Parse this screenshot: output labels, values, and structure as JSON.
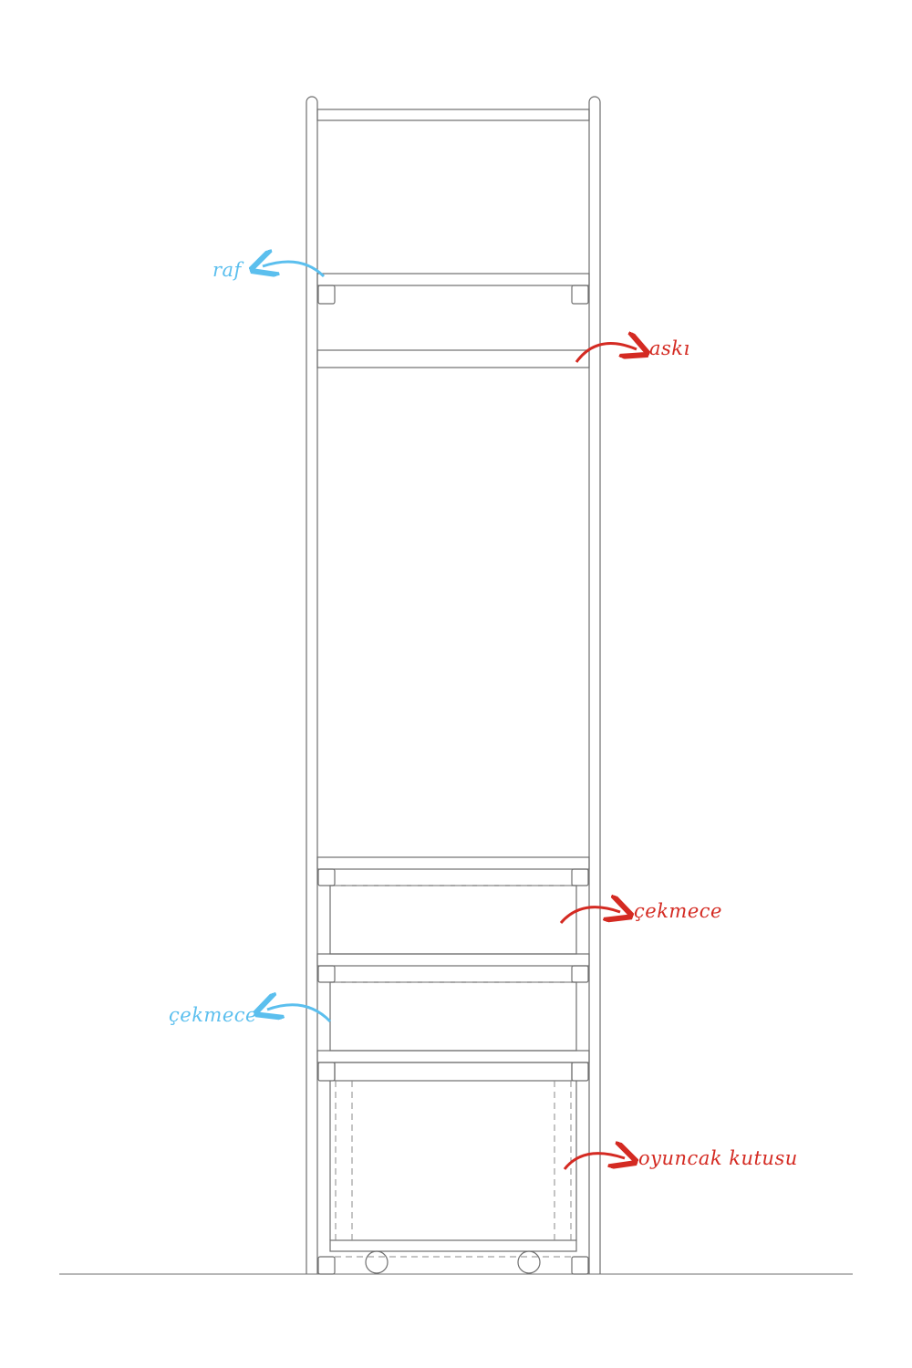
{
  "colors": {
    "line": "#6f6f6f",
    "dash": "#8a8a8a",
    "blue": "#5bbfee",
    "red": "#d42a22"
  },
  "labels": {
    "shelf": "raf",
    "hanger": "askı",
    "drawer_right": "çekmece",
    "drawer_left": "çekmece",
    "toy_box": "oyuncak kutusu"
  }
}
